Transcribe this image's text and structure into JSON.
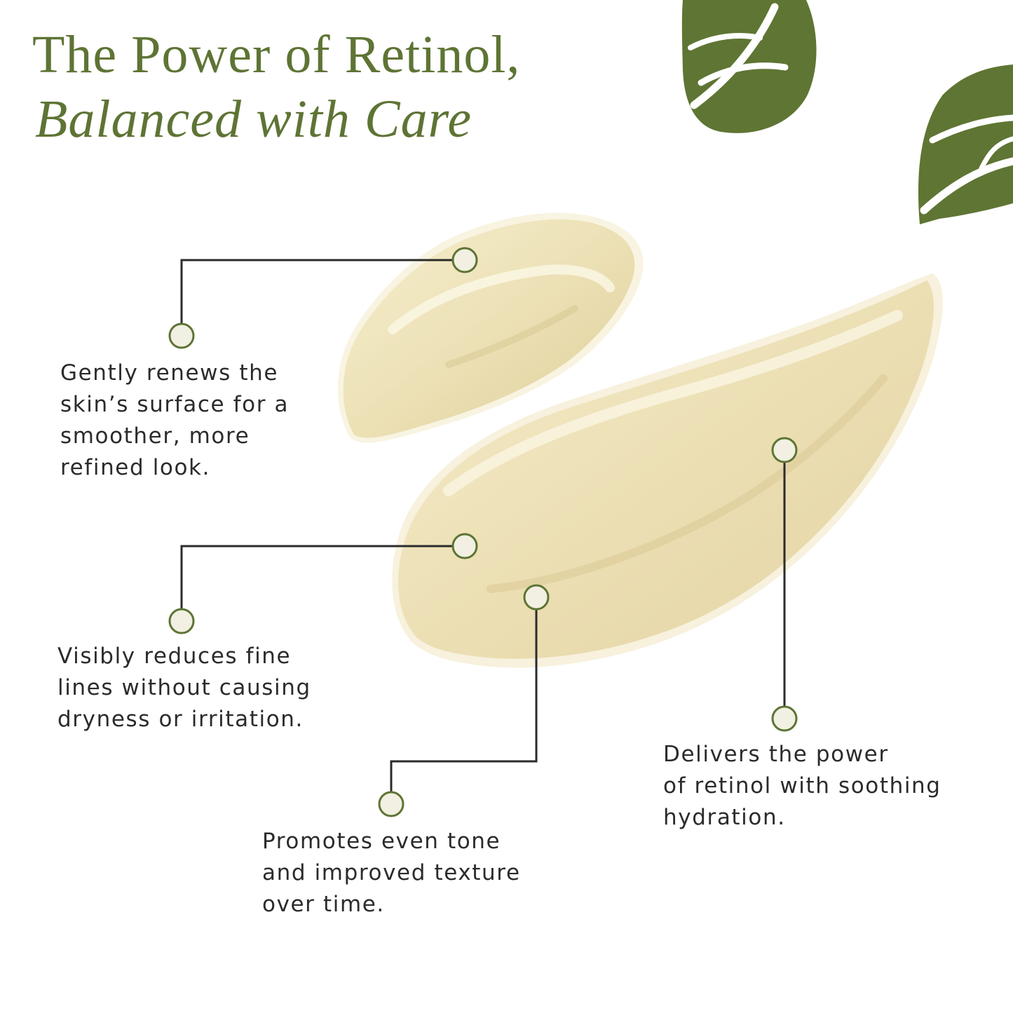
{
  "title": {
    "line1": "The Power of Retinol,",
    "line2": "Balanced with Care"
  },
  "colors": {
    "brand_green": "#5e7434",
    "leaf_green": "#5f7533",
    "cream": "#ede2b8",
    "text": "#2b2b2b",
    "callout_dot_fill": "#f1f0e2",
    "callout_line": "#2b2b2b"
  },
  "benefits": [
    {
      "id": "renews",
      "text": "Gently renews the\nskin’s surface for a\nsmoother, more\nrefined look."
    },
    {
      "id": "fine-lines",
      "text": "Visibly reduces fine\nlines without causing\ndryness or irritation."
    },
    {
      "id": "tone",
      "text": "Promotes even tone\nand improved texture\nover time."
    },
    {
      "id": "hydration",
      "text": "Delivers the power\nof retinol with soothing\nhydration."
    }
  ]
}
